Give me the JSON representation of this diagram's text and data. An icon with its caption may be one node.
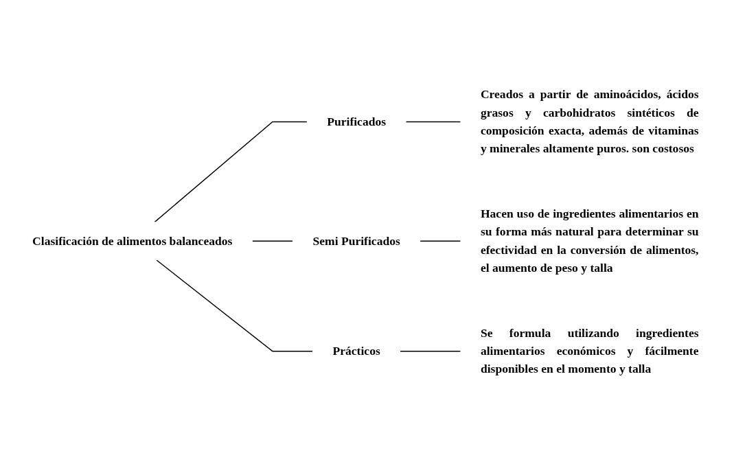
{
  "diagram": {
    "nodes": [
      {
        "text": [
          "Clasificación de alimentos balanceados"
        ]
      },
      {
        "text": [
          "Purificados"
        ]
      },
      {
        "text": [
          "Semi Purificados"
        ]
      },
      {
        "text": [
          "Prácticos"
        ]
      },
      {
        "text": [
          "Creados a partir de aminoácidos, ácidos grasos y carbohidratos sintéticos de composición exacta, además de vitaminas y minerales altamente puros. son costosos"
        ]
      },
      {
        "text": [
          "Hacen uso de ingredientes alimentarios en su forma más natural para determinar su efectividad en la conversión de alimentos, el aumento de peso y talla"
        ]
      },
      {
        "text": [
          "Se formula utilizando ingredientes alimentarios económicos y fácilmente disponibles en el momento y talla"
        ]
      }
    ],
    "edges": [
      {
        "from": 0,
        "to": 1,
        "arrow": "none"
      },
      {
        "from": 0,
        "to": 2,
        "arrow": "none"
      },
      {
        "from": 0,
        "to": 3,
        "arrow": "none"
      },
      {
        "from": 1,
        "to": 4,
        "arrow": "none"
      },
      {
        "from": 2,
        "to": 5,
        "arrow": "none"
      },
      {
        "from": 3,
        "to": 6,
        "arrow": "none"
      }
    ]
  }
}
